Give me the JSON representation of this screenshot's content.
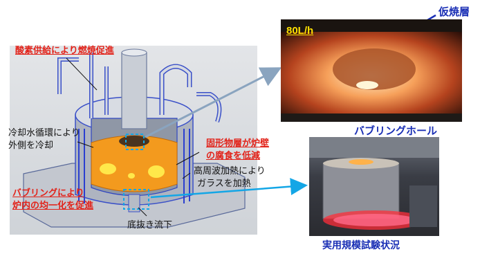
{
  "labels": {
    "oxygen": "酸素供給により燃焼促進",
    "cooling_line1": "冷却水循環により",
    "cooling_line2": "外側を冷却",
    "bubbling_line1": "バブリングにより",
    "bubbling_line2": "炉内の均一化を促進",
    "solid_line1": "固形物層が炉壁",
    "solid_line2": "の腐食を低減",
    "heating_line1": "高周波加熱により",
    "heating_line2": "ガラスを加熱",
    "drain": "底抜き流下",
    "calcine": "仮焼層",
    "bubbling_hole": "バブリングホール",
    "flow_rate": "80L/h",
    "test_status": "実用規模試験状況"
  },
  "colors": {
    "callout_red": "#e2231a",
    "callout_blue": "#1a2fb5",
    "arrow_cyan": "#13a6e6",
    "arrow_gray": "#8aa4bf"
  }
}
